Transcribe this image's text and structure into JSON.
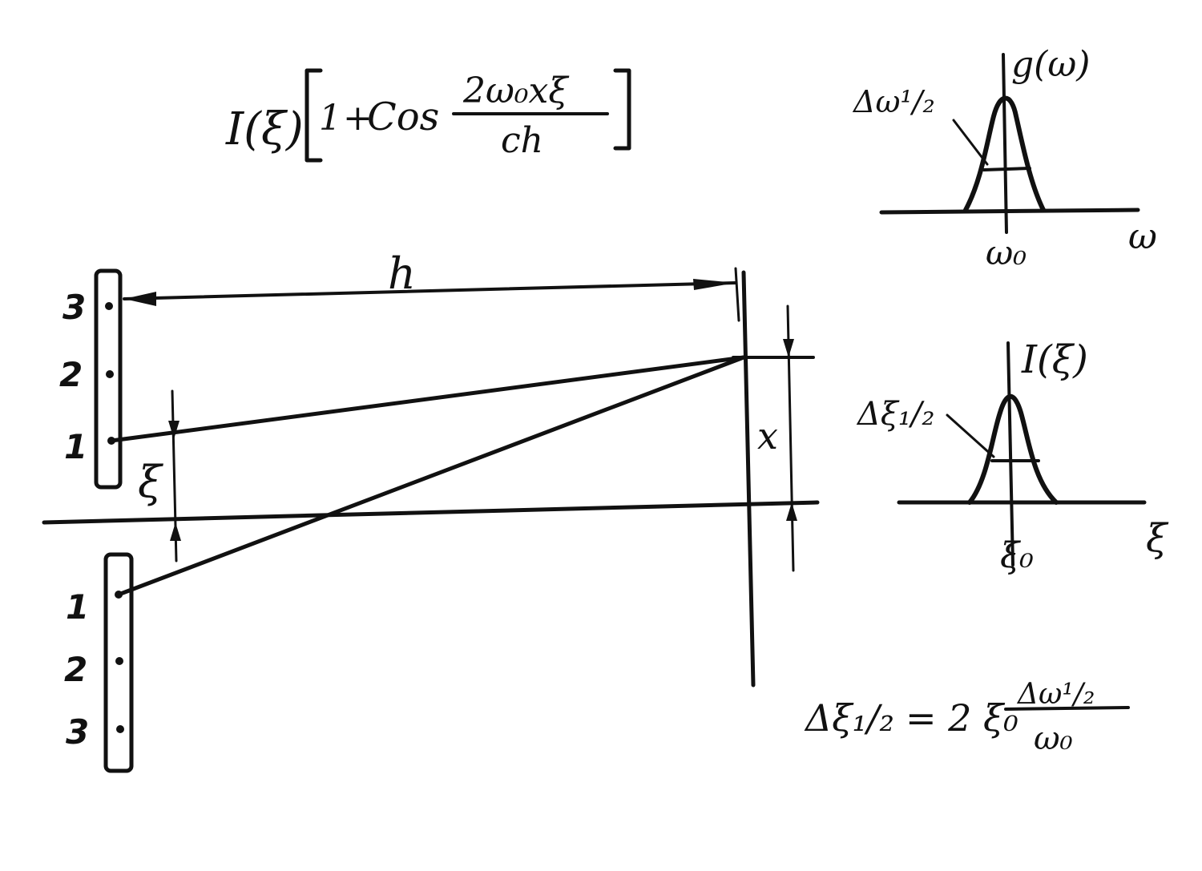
{
  "formula_top": {
    "prefix": "I(ξ)",
    "one": "1",
    "plus": "+",
    "cos": "Cos",
    "numerator": "2ω₀xξ",
    "denominator": "ch"
  },
  "main_labels": {
    "h": "h",
    "x": "x",
    "xi": "ξ"
  },
  "upper_slit_numbers": [
    "3",
    "2",
    "1"
  ],
  "lower_slit_numbers": [
    "1",
    "2",
    "3"
  ],
  "spectrum_graph": {
    "y_label": "g(ω)",
    "x_label": "ω",
    "center_label": "ω₀",
    "width_label": "Δω¹/₂"
  },
  "intensity_graph": {
    "y_label": "I(ξ)",
    "x_label": "ξ",
    "center_label": "ξ₀",
    "width_label": "Δξ₁/₂"
  },
  "formula_bottom": {
    "lhs": "Δξ₁/₂",
    "eq": "= 2 ξ₀",
    "numerator": "Δω¹/₂",
    "denominator": "ω₀"
  }
}
